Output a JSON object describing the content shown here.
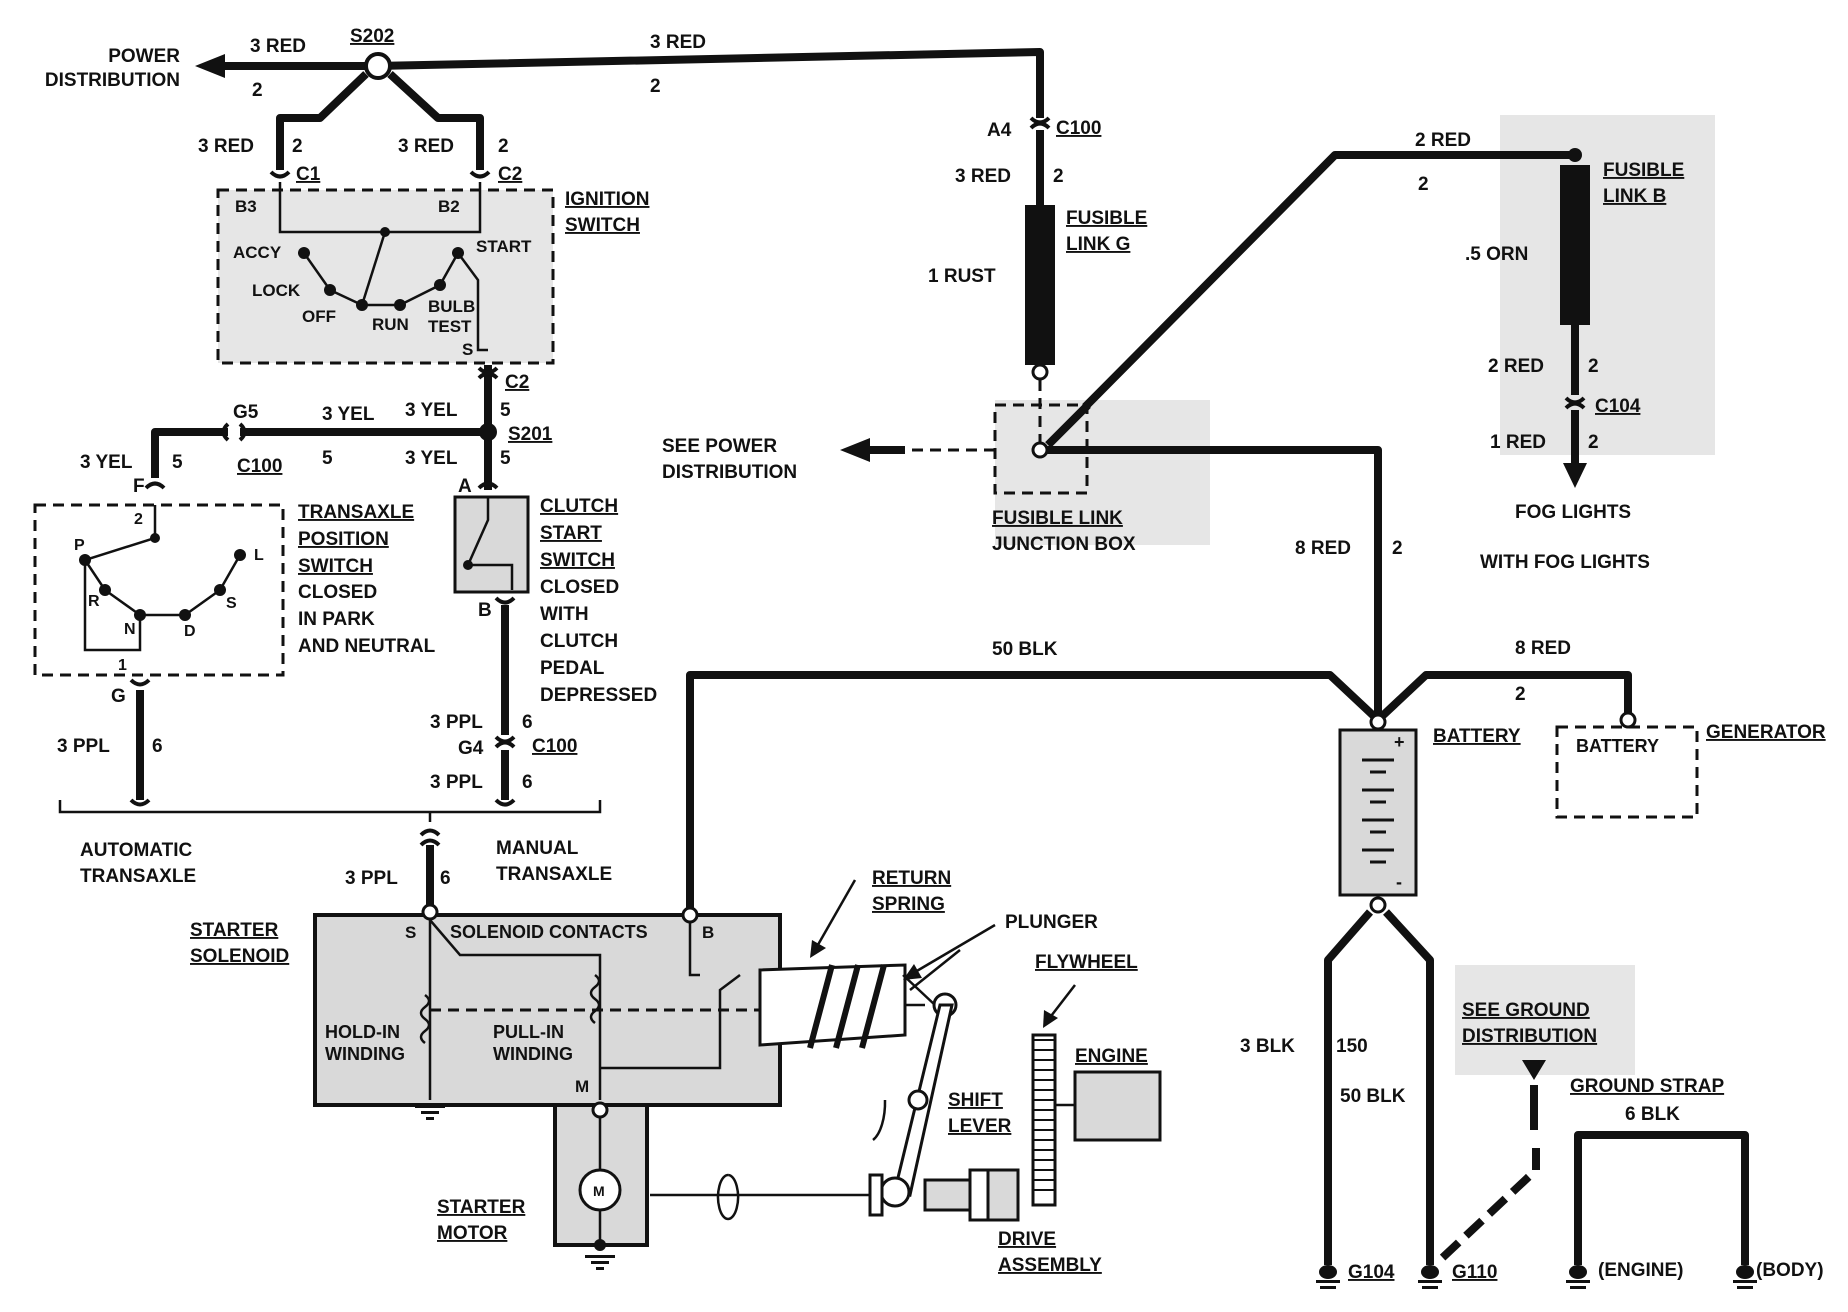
{
  "power_distribution": "POWER\nDISTRIBUTION",
  "see_power_distribution": "SEE POWER\nDISTRIBUTION",
  "see_ground_distribution": "SEE GROUND\nDISTRIBUTION",
  "splices": {
    "s202": "S202",
    "s201": "S201"
  },
  "wires": {
    "w3red": "3 RED",
    "n2": "2",
    "w2red": "2 RED",
    "w1red": "1 RED",
    "w8red": "8 RED",
    "w1rust": "1 RUST",
    "w5orn": ".5 ORN",
    "w3yel": "3 YEL",
    "n5": "5",
    "w3ppl": "3 PPL",
    "n6": "6",
    "w50blk": "50 BLK",
    "w3blk": "3 BLK",
    "n150": "150",
    "w6blk": "6 BLK"
  },
  "connectors": {
    "c100": "C100",
    "c1": "C1",
    "c2": "C2",
    "c104": "C104",
    "a4": "A4",
    "b3": "B3",
    "b2": "B2",
    "g5": "G5",
    "g4": "G4",
    "f": "F",
    "g": "G",
    "a": "A",
    "b": "B",
    "s": "S",
    "m": "M",
    "p1": "1",
    "p2": "2"
  },
  "ignition_switch": {
    "title": "IGNITION\nSWITCH",
    "positions": [
      "ACCY",
      "LOCK",
      "OFF",
      "RUN",
      "BULB\nTEST",
      "START"
    ]
  },
  "fusible_link_g": "FUSIBLE\nLINK G",
  "fusible_link_b": "FUSIBLE\nLINK B",
  "fusible_link_junction_box": {
    "title": "FUSIBLE LINK",
    "subtitle": "JUNCTION BOX"
  },
  "fog": {
    "lights": "FOG LIGHTS",
    "with": "WITH FOG LIGHTS"
  },
  "transaxle_position_switch": {
    "title": "TRANSAXLE\nPOSITION\nSWITCH",
    "note": "CLOSED\nIN PARK\nAND NEUTRAL",
    "positions": [
      "P",
      "R",
      "N",
      "D",
      "S",
      "L"
    ]
  },
  "clutch_start_switch": {
    "title": "CLUTCH\nSTART\nSWITCH",
    "note": "CLOSED\nWITH\nCLUTCH\nPEDAL\nDEPRESSED"
  },
  "transaxle": {
    "automatic": "AUTOMATIC\nTRANSAXLE",
    "manual": "MANUAL\nTRANSAXLE"
  },
  "starter": {
    "solenoid": "STARTER\nSOLENOID",
    "contacts": "SOLENOID CONTACTS",
    "hold_in": "HOLD-IN\nWINDING",
    "pull_in": "PULL-IN\nWINDING",
    "motor": "STARTER\nMOTOR",
    "motor_symbol": "M"
  },
  "mechanical": {
    "return_spring": "RETURN\nSPRING",
    "plunger": "PLUNGER",
    "flywheel": "FLYWHEEL",
    "engine": "ENGINE",
    "shift_lever": "SHIFT\nLEVER",
    "drive_assembly": "DRIVE\nASSEMBLY"
  },
  "battery": {
    "label": "BATTERY",
    "plus": "+",
    "minus": "-"
  },
  "generator": {
    "label": "GENERATOR",
    "inner": "BATTERY"
  },
  "grounds": {
    "g104": "G104",
    "g110": "G110",
    "strap_title": "GROUND STRAP",
    "engine": "(ENGINE)",
    "body": "(BODY)"
  }
}
